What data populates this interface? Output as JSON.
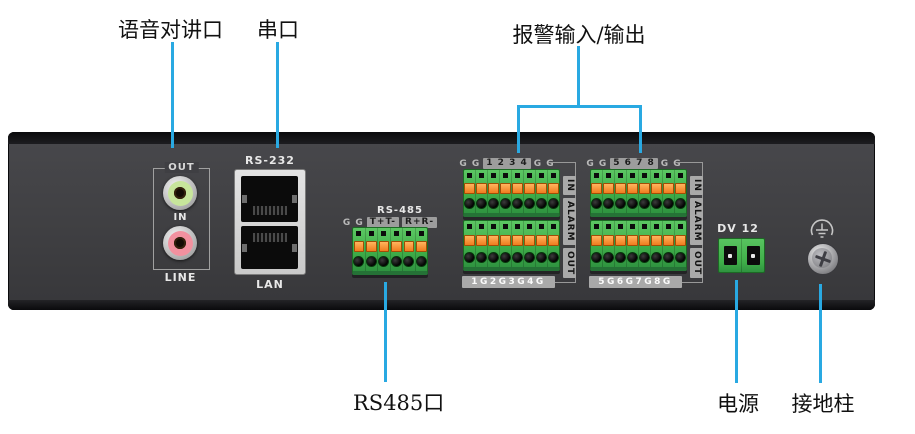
{
  "callouts": {
    "voice": "语音对讲口",
    "serial": "串口",
    "alarm": "报警输入/输出",
    "rs485": "RS485口",
    "power": "电源",
    "ground": "接地柱"
  },
  "panel": {
    "audio": {
      "out": "OUT",
      "in_label": "IN",
      "line": "LINE"
    },
    "rs232": {
      "title": "RS-232",
      "lan": "LAN"
    },
    "rs485": {
      "title": "RS-485",
      "gg": "G G",
      "t_pins": "T+T-",
      "r_pins": "R+R-"
    },
    "alarm_left": {
      "gg_left": "G G",
      "nums": "1 2 3 4",
      "gg_right": "G G",
      "in_badge": "IN",
      "alarm_badge": "ALARM",
      "out_badge": "OUT",
      "bottom": "1G2G3G4G"
    },
    "alarm_right": {
      "gg_left": "G G",
      "nums": "5 6 7 8",
      "gg_right": "G G",
      "in_badge": "IN",
      "alarm_badge": "ALARM",
      "out_badge": "OUT",
      "bottom": "5G6G7G8G"
    },
    "power": {
      "title": "DV 12"
    }
  },
  "colors": {
    "leader_blue": "#29a9e2",
    "terminal_green": "#3fae49",
    "lever_orange": "#f07c1e",
    "jack_green": "#c7e59b",
    "jack_pink": "#f2919f",
    "panel_dark": "#3e3e41"
  }
}
